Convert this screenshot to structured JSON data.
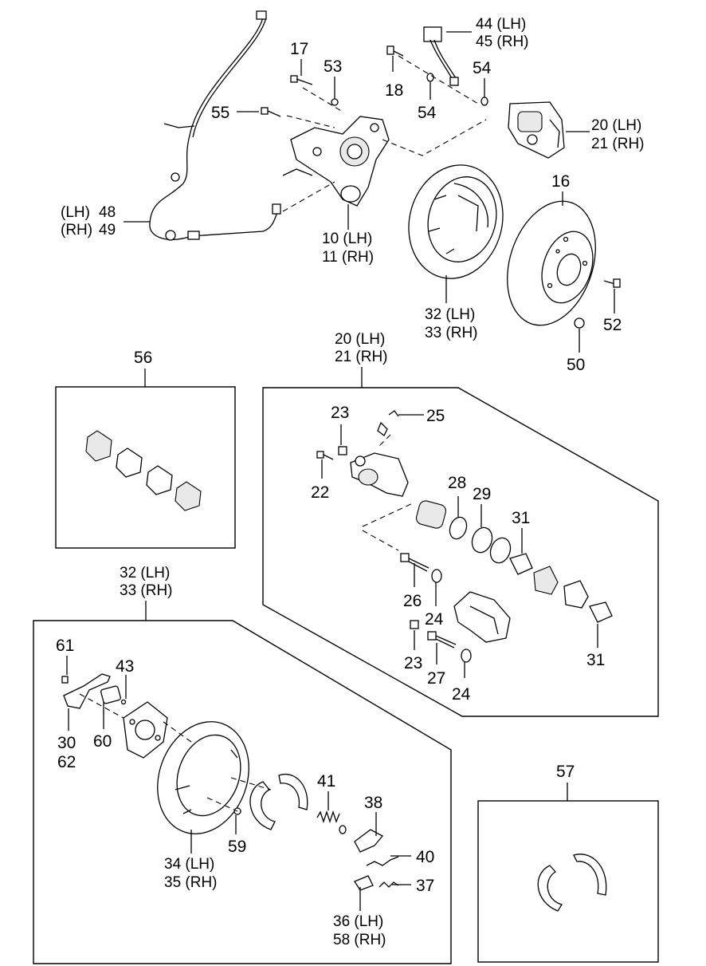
{
  "labels": {
    "p17": "17",
    "p53": "53",
    "p18": "18",
    "p54a": "54",
    "p54b": "54",
    "p44": "44 (LH)",
    "p45": "45 (RH)",
    "p55": "55",
    "p20top": "20 (LH)",
    "p21top": "21 (RH)",
    "p48": "48",
    "p48side": "(LH)",
    "p49": "49",
    "p49side": "(RH)",
    "p10": "10 (LH)",
    "p11": "11 (RH)",
    "p16": "16",
    "p32top": "32 (LH)",
    "p33top": "33 (RH)",
    "p52": "52",
    "p50": "50",
    "p56": "56",
    "p20box": "20 (LH)",
    "p21box": "21 (RH)",
    "p23a": "23",
    "p25": "25",
    "p22": "22",
    "p28": "28",
    "p29": "29",
    "p31a": "31",
    "p26": "26",
    "p24a": "24",
    "p23b": "23",
    "p27": "27",
    "p24b": "24",
    "p31b": "31",
    "p32box": "32 (LH)",
    "p33box": "33 (RH)",
    "p61": "61",
    "p43": "43",
    "p30": "30",
    "p62": "62",
    "p60": "60",
    "p41": "41",
    "p38": "38",
    "p59": "59",
    "p40": "40",
    "p34": "34 (LH)",
    "p35": "35 (RH)",
    "p37": "37",
    "p36": "36 (LH)",
    "p58": "58 (RH)",
    "p57": "57"
  }
}
